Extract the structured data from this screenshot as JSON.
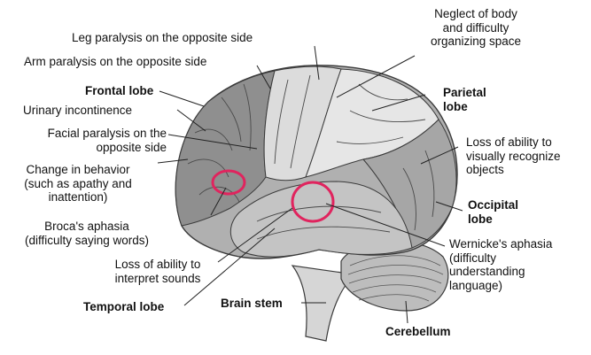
{
  "labels": {
    "neglect": "Neglect of body\nand difficulty\norganizing space",
    "leg": "Leg paralysis on the opposite side",
    "arm": "Arm paralysis on the opposite side",
    "frontal": "Frontal lobe",
    "parietal": "Parietal\nlobe",
    "urinary": "Urinary incontinence",
    "facial": "Facial paralysis on the\nopposite side",
    "visual": "Loss of ability to\nvisually recognize\nobjects",
    "behavior": "Change in behavior\n(such as apathy and\ninattention)",
    "occipital": "Occipital\nlobe",
    "broca": "Broca's aphasia\n(difficulty saying words)",
    "wernicke": "Wernicke's aphasia\n(difficulty\nunderstanding\nlanguage)",
    "sounds": "Loss of ability to\ninterpret sounds",
    "temporal": "Temporal lobe",
    "brainstem": "Brain stem",
    "cerebellum": "Cerebellum"
  },
  "colors": {
    "highlight_circle": "#e0245e",
    "lobe_dark": "#8c8c8c",
    "lobe_mid": "#b3b3b3",
    "lobe_light": "#d9d9d9",
    "outline": "#3a3a3a"
  }
}
